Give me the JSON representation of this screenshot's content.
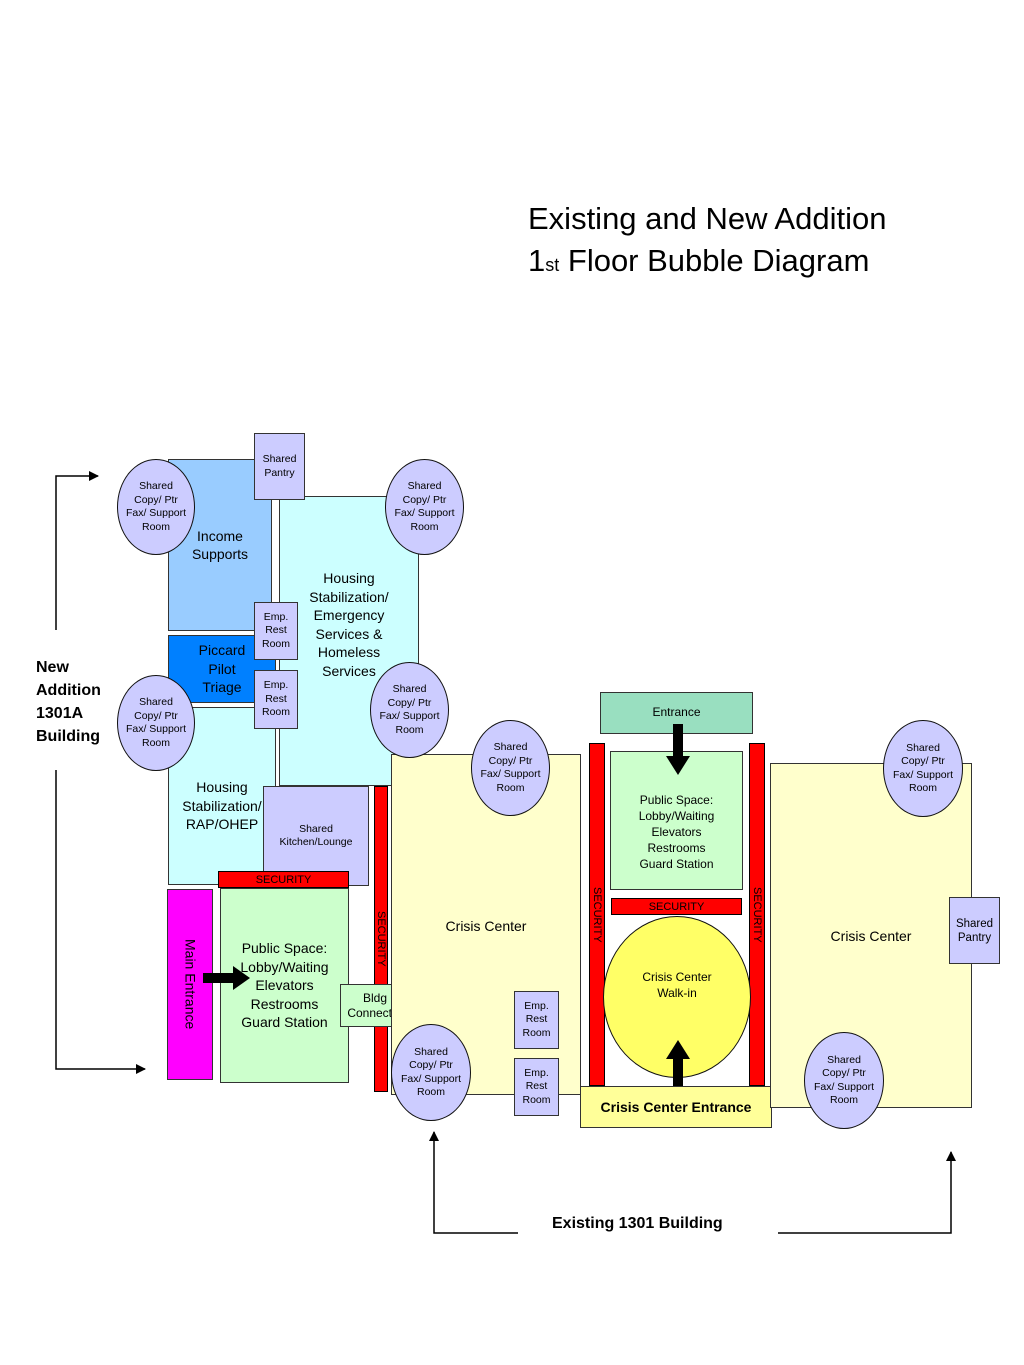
{
  "title": {
    "line1": "Existing and New Addition",
    "line2_prefix": "1",
    "line2_sup": "st",
    "line2_suffix": " Floor Bubble Diagram"
  },
  "rooms": {
    "shared_pantry": "Shared\nPantry",
    "income_supports": "Income\nSupports",
    "housing_stabilization_emergency": "Housing\nStabilization/\nEmergency\nServices &\nHomeless\nServices",
    "emp_rest_room": "Emp.\nRest\nRoom",
    "piccard_pilot_triage": "Piccard\nPilot\nTriage",
    "housing_stabilization_rap": "Housing\nStabilization/\nRAP/OHEP",
    "shared_kitchen": "Shared\nKitchen/Lounge",
    "shared_copy": "Shared\nCopy/ Ptr\nFax/ Support\nRoom",
    "public_space": "Public Space:\nLobby/Waiting\nElevators\nRestrooms\nGuard Station",
    "main_entrance": "Main Entrance",
    "bldg_connector": "Bldg\nConnector",
    "security": "SECURITY",
    "crisis_center": "Crisis Center",
    "entrance": "Entrance",
    "crisis_center_walkin": "Crisis Center\nWalk-in",
    "crisis_center_entrance": "Crisis Center Entrance"
  },
  "labels": {
    "new_addition": "New\nAddition\n1301A\nBuilding",
    "existing_building": "Existing 1301 Building"
  },
  "colors": {
    "income_supports": "#99ccff",
    "housing": "#ccffff",
    "piccard": "#0080ff",
    "lavender": "#ccccff",
    "public_space": "#ccffcc",
    "main_entrance": "#ff00ff",
    "crisis_center": "#ffffcc",
    "security": "#ff0000",
    "entrance": "#99dfc0",
    "walkin": "#ffff66",
    "crisis_entrance": "#ffff99"
  },
  "icons": {
    "arrow": "arrow-icon"
  }
}
